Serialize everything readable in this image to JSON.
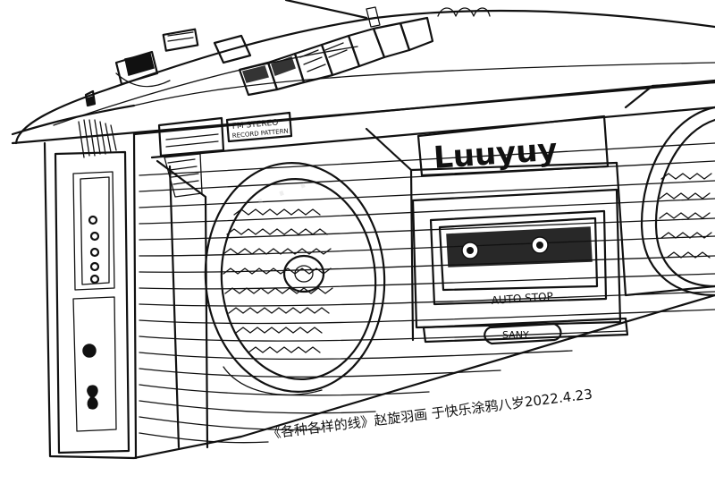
{
  "drawing": {
    "subject": "boombox-sketch",
    "brand_label": "Luuyuy",
    "fm_label_line1": "FM STEREO",
    "fm_label_line2": "RECORD PATTERN",
    "auto_stop_label": "AUTO STOP",
    "sanyo_label": "SANY",
    "caption": "《各种各样的线》赵旋羽画 于快乐涂鸦八岁2022.4.23",
    "ink_color": "#111111",
    "paper_color": "#ffffff"
  }
}
